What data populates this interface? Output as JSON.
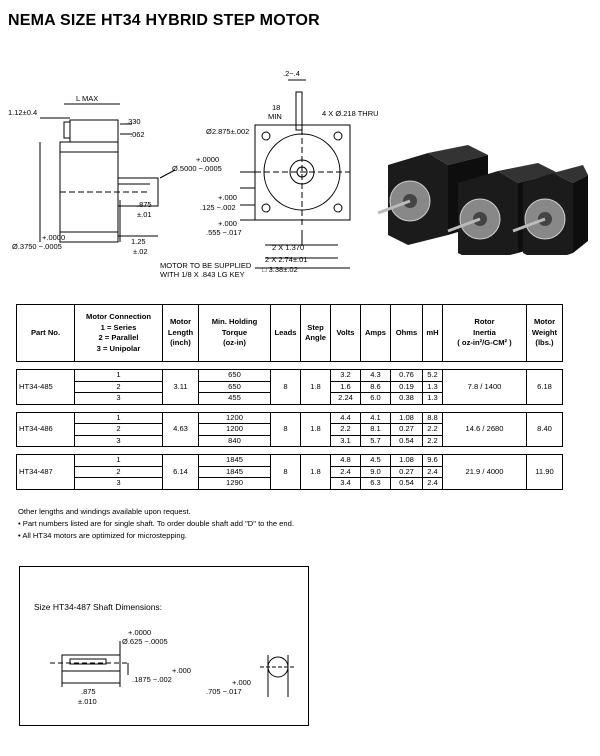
{
  "title": "NEMA SIZE HT34 HYBRID STEP MOTOR",
  "drawing_labels": {
    "l_max": "L MAX",
    "d1": "1.12±0.4",
    "d2": ".330",
    "d3": ".062",
    "d4_top": "+.0000",
    "d4_bot": "Ø.5000 −.0005",
    "d5": ".875",
    "d6": "±.01",
    "d7": "1.25",
    "d8": "±.02",
    "d9_top": "+.0000",
    "d9_bot": "Ø.3750 −.0005",
    "f1": ".2−.4",
    "f2": "18",
    "f3": "MIN",
    "f4": "4 X Ø.218 THRU",
    "f5": "Ø2.875±.002",
    "f6_top": "+.000",
    "f6_bot": ".125 −.002",
    "f7_top": "+.000",
    "f7_bot": ".555 −.017",
    "f8": "2 X 1.370",
    "f9": "2 X 2.74±.01",
    "f10": "□ 3.38±.02",
    "key_note1": "MOTOR TO BE SUPPLIED",
    "key_note2": "WITH 1/8 X .843 LG KEY"
  },
  "table": {
    "headers": {
      "part_no": "Part No.",
      "conn_1": "Motor Connection",
      "conn_2": "1 = Series",
      "conn_3": "2 = Parallel",
      "conn_4": "3 = Unipolar",
      "length_1": "Motor",
      "length_2": "Length",
      "length_3": "(inch)",
      "torque_1": "Min. Holding",
      "torque_2": "Torque",
      "torque_3": "(oz-in)",
      "leads": "Leads",
      "step_1": "Step",
      "step_2": "Angle",
      "volts": "Volts",
      "amps": "Amps",
      "ohms": "Ohms",
      "mh": "mH",
      "inertia_1": "Rotor",
      "inertia_2": "Inertia",
      "inertia_3": "( oz-in²/G-CM² )",
      "weight_1": "Motor",
      "weight_2": "Weight",
      "weight_3": "(lbs.)"
    },
    "groups": [
      {
        "part": "HT34-485",
        "length": "3.11",
        "leads": "8",
        "step": "1.8",
        "inertia": "7.8 / 1400",
        "weight": "6.18",
        "rows": [
          {
            "conn": "1",
            "torque": "650",
            "volts": "3.2",
            "amps": "4.3",
            "ohms": "0.76",
            "mh": "5.2"
          },
          {
            "conn": "2",
            "torque": "650",
            "volts": "1.6",
            "amps": "8.6",
            "ohms": "0.19",
            "mh": "1.3"
          },
          {
            "conn": "3",
            "torque": "455",
            "volts": "2.24",
            "amps": "6.0",
            "ohms": "0.38",
            "mh": "1.3"
          }
        ]
      },
      {
        "part": "HT34-486",
        "length": "4.63",
        "leads": "8",
        "step": "1.8",
        "inertia": "14.6 / 2680",
        "weight": "8.40",
        "rows": [
          {
            "conn": "1",
            "torque": "1200",
            "volts": "4.4",
            "amps": "4.1",
            "ohms": "1.08",
            "mh": "8.8"
          },
          {
            "conn": "2",
            "torque": "1200",
            "volts": "2.2",
            "amps": "8.1",
            "ohms": "0.27",
            "mh": "2.2"
          },
          {
            "conn": "3",
            "torque": "840",
            "volts": "3.1",
            "amps": "5.7",
            "ohms": "0.54",
            "mh": "2.2"
          }
        ]
      },
      {
        "part": "HT34-487",
        "length": "6.14",
        "leads": "8",
        "step": "1.8",
        "inertia": "21.9 / 4000",
        "weight": "11.90",
        "rows": [
          {
            "conn": "1",
            "torque": "1845",
            "volts": "4.8",
            "amps": "4.5",
            "ohms": "1.08",
            "mh": "9.6"
          },
          {
            "conn": "2",
            "torque": "1845",
            "volts": "2.4",
            "amps": "9.0",
            "ohms": "0.27",
            "mh": "2.4"
          },
          {
            "conn": "3",
            "torque": "1290",
            "volts": "3.4",
            "amps": "6.3",
            "ohms": "0.54",
            "mh": "2.4"
          }
        ]
      }
    ]
  },
  "notes": [
    "Other lengths and windings available upon request.",
    "• Part numbers listed are for single shaft. To order double shaft add \"D\" to the end.",
    "• All HT34 motors are optimized for microstepping."
  ],
  "shaft_box": {
    "title": "Size HT34-487 Shaft Dimensions:",
    "s1_top": "+.0000",
    "s1_bot": "Ø.625 −.0005",
    "s2_top": "+.000",
    "s2_bot": ".1875 −.002",
    "s3_top": ".875",
    "s3_bot": "±.010",
    "s4_top": "+.000",
    "s4_bot": ".705 −.017"
  }
}
